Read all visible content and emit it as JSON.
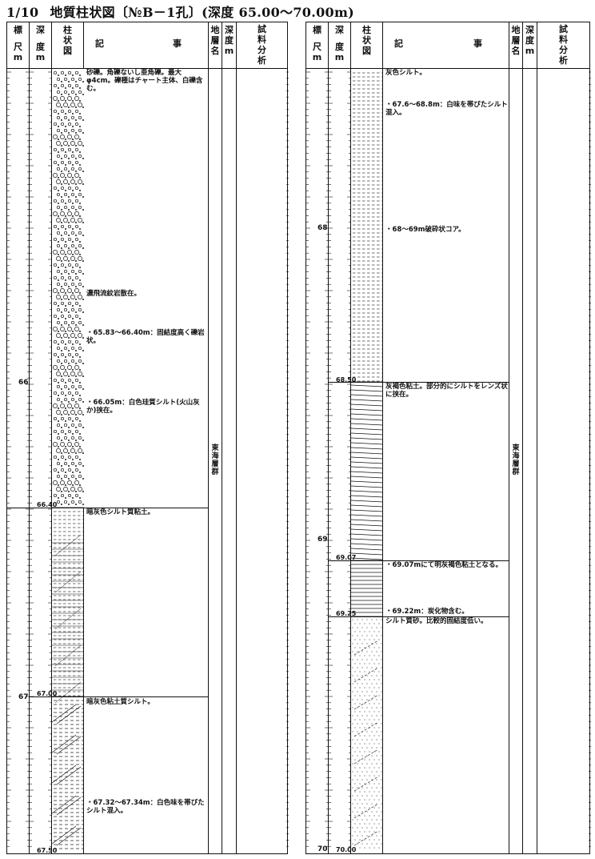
{
  "title": {
    "scale": "1/10",
    "text": "地質柱状図〔№B－1孔〕(深度 65.00～70.00m)"
  },
  "headers": {
    "scale": [
      "標",
      "尺",
      "m"
    ],
    "depth": [
      "深",
      "度",
      "m"
    ],
    "column": [
      "柱",
      "状",
      "図"
    ],
    "description": [
      "記",
      "事"
    ],
    "formation": [
      "地",
      "層",
      "名"
    ],
    "depth2": [
      "深",
      "度",
      "m"
    ],
    "sample": [
      "試",
      "料",
      "分",
      "析"
    ]
  },
  "left": {
    "scale_labels": [
      "66",
      "67"
    ],
    "depth_labels": [
      "66.40",
      "67.00",
      "67.50"
    ],
    "descriptions": [
      "砂礫。角礫ないし亜角礫。最大φ4cm。礫種はチャート主体、白礫含む。",
      "濃飛流紋岩散在。",
      "・65.83～66.40m：固結度高く礫岩状。",
      "・66.05m：白色珪質シルト(火山灰か)挟在。",
      "暗灰色シルト質粘土。",
      "暗灰色粘土質シルト。",
      "・67.32～67.34m：白色味を帯びたシルト混入。"
    ],
    "formation": "東海層群"
  },
  "right": {
    "scale_labels": [
      "68",
      "69",
      "70"
    ],
    "depth_labels": [
      "68.50",
      "69.07",
      "69.25",
      "70.00"
    ],
    "descriptions": [
      "灰色シルト。",
      "・67.6～68.8m：白味を帯びたシルト混入。",
      "・68～69m破砕状コア。",
      "灰褐色粘土。部分的にシルトをレンズ状に挟在。",
      "・69.07mにて明灰褐色粘土となる。",
      "・69.22m：炭化物含む。",
      "シルト質砂。比較的固結度低い。"
    ],
    "formation": "東海層群"
  },
  "icons": {
    "gravel": "gravel-pattern-icon",
    "silt": "dashed-silt-pattern-icon",
    "clay": "horizontal-clay-pattern-icon",
    "sand": "dotted-sand-pattern-icon"
  }
}
